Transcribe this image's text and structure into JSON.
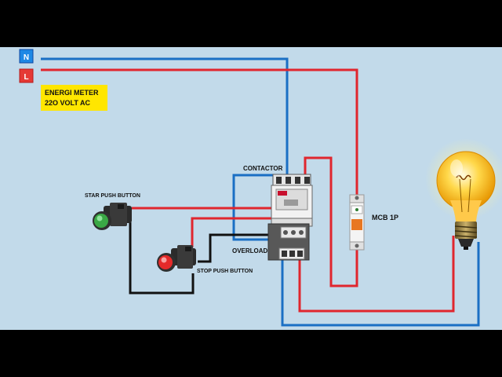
{
  "terminals": {
    "neutral": {
      "label": "N",
      "color": "#1565c0"
    },
    "line": {
      "label": "L",
      "color": "#e53935"
    }
  },
  "meter_box": {
    "line1": "ENERGI METER",
    "line2": "22O VOLT AC",
    "bg": "#ffe600"
  },
  "labels": {
    "contactor": "CONTACTOR",
    "overload": "OVERLOAD",
    "start_button": "STAR PUSH BUTTON",
    "stop_button": "STOP PUSH BUTTON",
    "mcb": "MCB 1P"
  },
  "colors": {
    "background": "#c2daea",
    "frame": "#000000",
    "wire_neutral": "#1a6fc4",
    "wire_line": "#e0262e",
    "wire_control": "#111111",
    "start_button": "#3aa845",
    "stop_button": "#e42a2a",
    "bulb": "#ffc21a"
  }
}
